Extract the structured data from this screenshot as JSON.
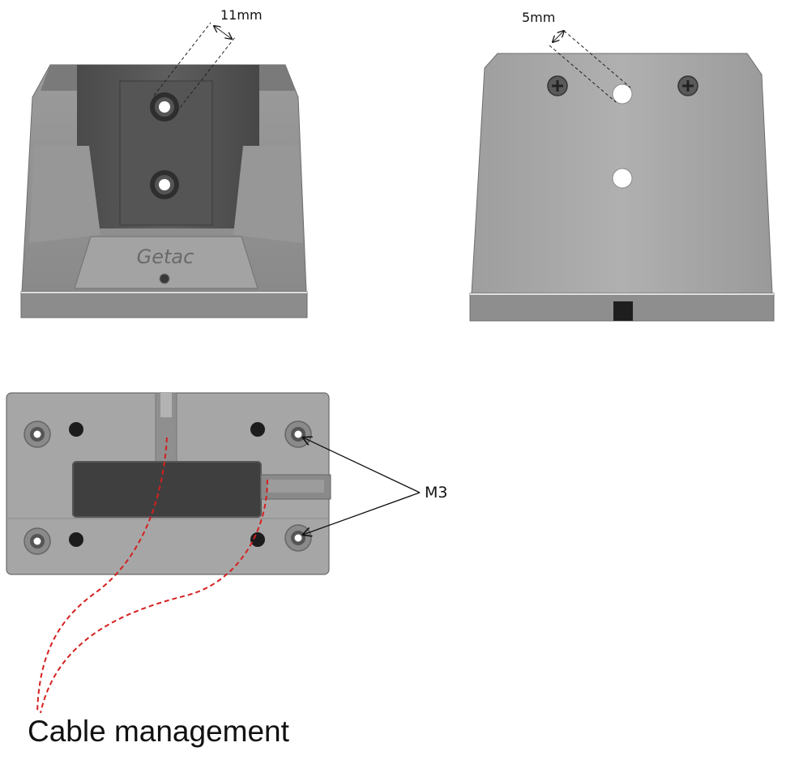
{
  "labels": {
    "slot_dimension": "11mm",
    "hole_dimension": "5mm",
    "screw_size": "M3",
    "cable_caption": "Cable management"
  },
  "logo": {
    "text": "Getac"
  },
  "colors": {
    "housing_light": "#a9a9a9",
    "housing_mid": "#8f8f8f",
    "housing_dark": "#5a5a5a",
    "cavity": "#3c3c3c",
    "cable_path": "#d62020",
    "annotation": "#111111"
  }
}
